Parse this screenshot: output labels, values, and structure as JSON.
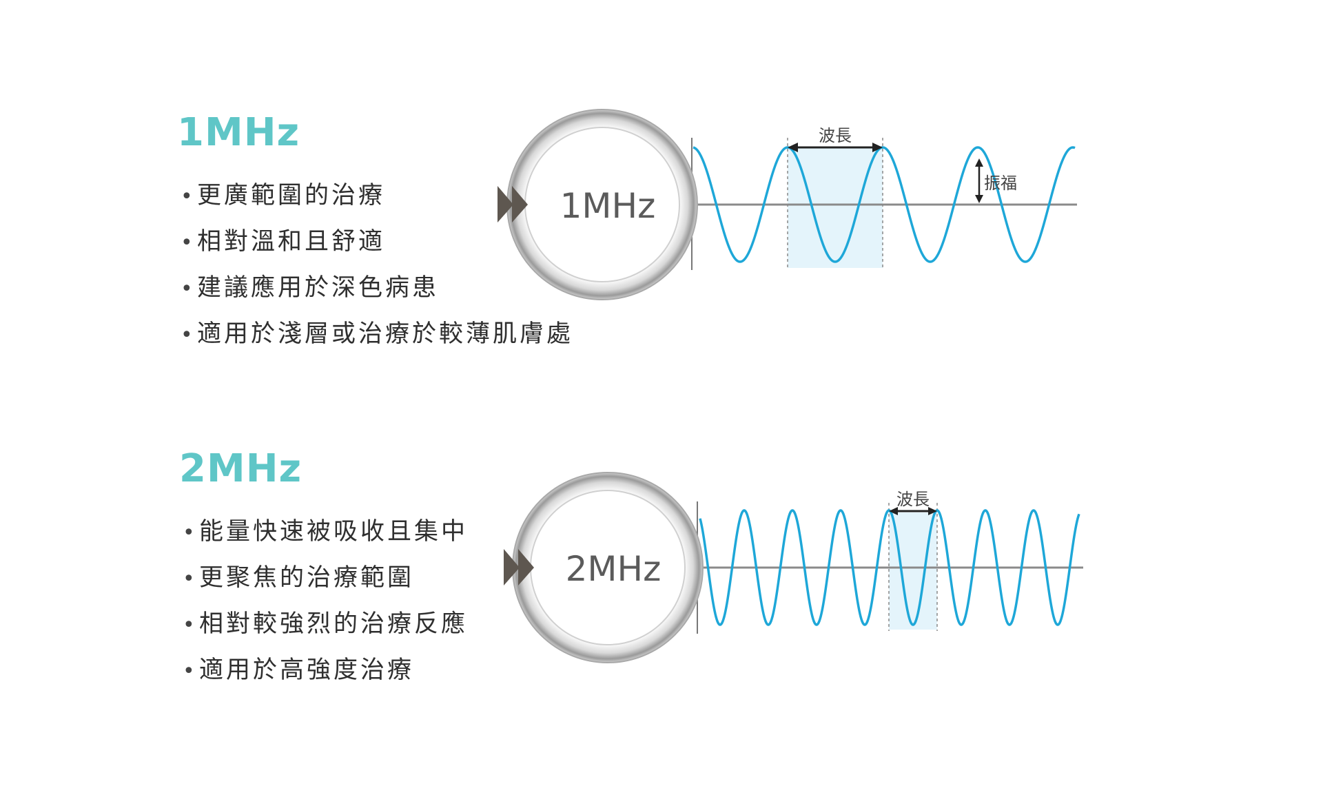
{
  "sections": [
    {
      "title": "1MHz",
      "bullets": [
        "更廣範圍的治療",
        "相對溫和且舒適",
        "建議應用於深色病患",
        "適用於淺層或治療於較薄肌膚處"
      ],
      "circle_label": "1MHz",
      "wavelength_label": "波長",
      "amplitude_label": "振福"
    },
    {
      "title": "2MHz",
      "bullets": [
        "能量快速被吸收且集中",
        "更聚焦的治療範圍",
        "相對較強烈的治療反應",
        "適用於高強度治療"
      ],
      "circle_label": "2MHz",
      "wavelength_label": "波長"
    }
  ],
  "colors": {
    "accent": "#5fc6c7",
    "wave": "#1ea7d8",
    "wavelength_band": "#e4f4fb",
    "text": "#2f2f2f",
    "arrow": "#5e5750"
  },
  "icons": {
    "play": "double-triangle-arrow-icon"
  }
}
